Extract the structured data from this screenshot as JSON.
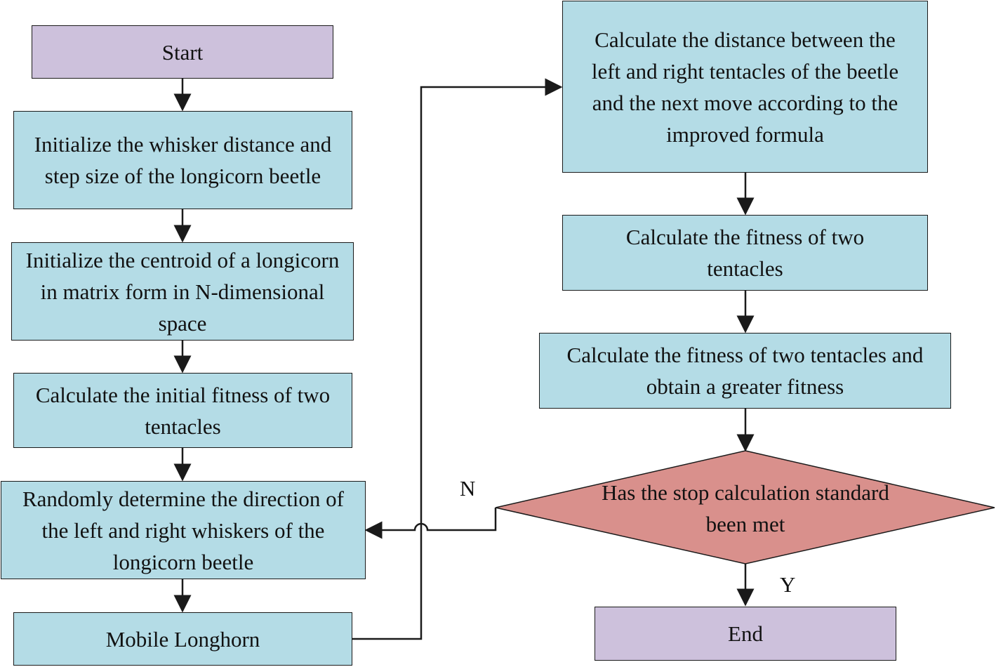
{
  "nodes": {
    "start": "Start",
    "init_whisker": "Initialize the whisker distance and step size of the longicorn beetle",
    "init_centroid": "Initialize the centroid of a longicorn in matrix form in N-dimensional space",
    "calc_initial_fitness": "Calculate the initial fitness of two tentacles",
    "random_direction": "Randomly determine the direction of the left and right whiskers of the longicorn beetle",
    "mobile_longhorn": "Mobile Longhorn",
    "calc_distance": "Calculate the distance between the left and right tentacles of the beetle and the next move according to the improved formula",
    "calc_fitness_two": "Calculate the fitness of two tentacles",
    "calc_fitness_greater": "Calculate the fitness of two tentacles and obtain a greater fitness",
    "decision": "Has the stop calculation standard been met",
    "end": "End"
  },
  "edge_labels": {
    "no": "N",
    "yes": "Y"
  },
  "colors": {
    "process_fill": "#b4dce6",
    "terminal_fill": "#cdc1dc",
    "decision_fill": "#d9908c",
    "stroke": "#1a1a1a"
  }
}
